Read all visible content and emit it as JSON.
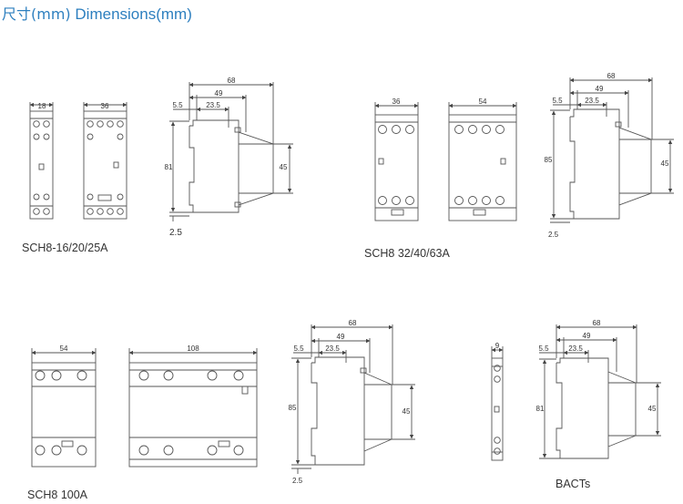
{
  "title": {
    "cn": "尺寸(mm)",
    "en": "Dimensions(mm)"
  },
  "models": [
    "SCH8-16/20/25A",
    "SCH8 32/40/63A",
    "SCH8 100A",
    "BACTs"
  ],
  "dims": {
    "w18": "18",
    "w36": "36",
    "w54": "54",
    "w108": "108",
    "w9": "9",
    "d68": "68",
    "d49": "49",
    "d23_5": "23.5",
    "d5_5": "5.5",
    "h81": "81",
    "h85": "85",
    "h45": "45",
    "d2_5": "2.5"
  },
  "colors": {
    "title": "#2d7fbf",
    "line": "#444444",
    "text": "#333333"
  }
}
